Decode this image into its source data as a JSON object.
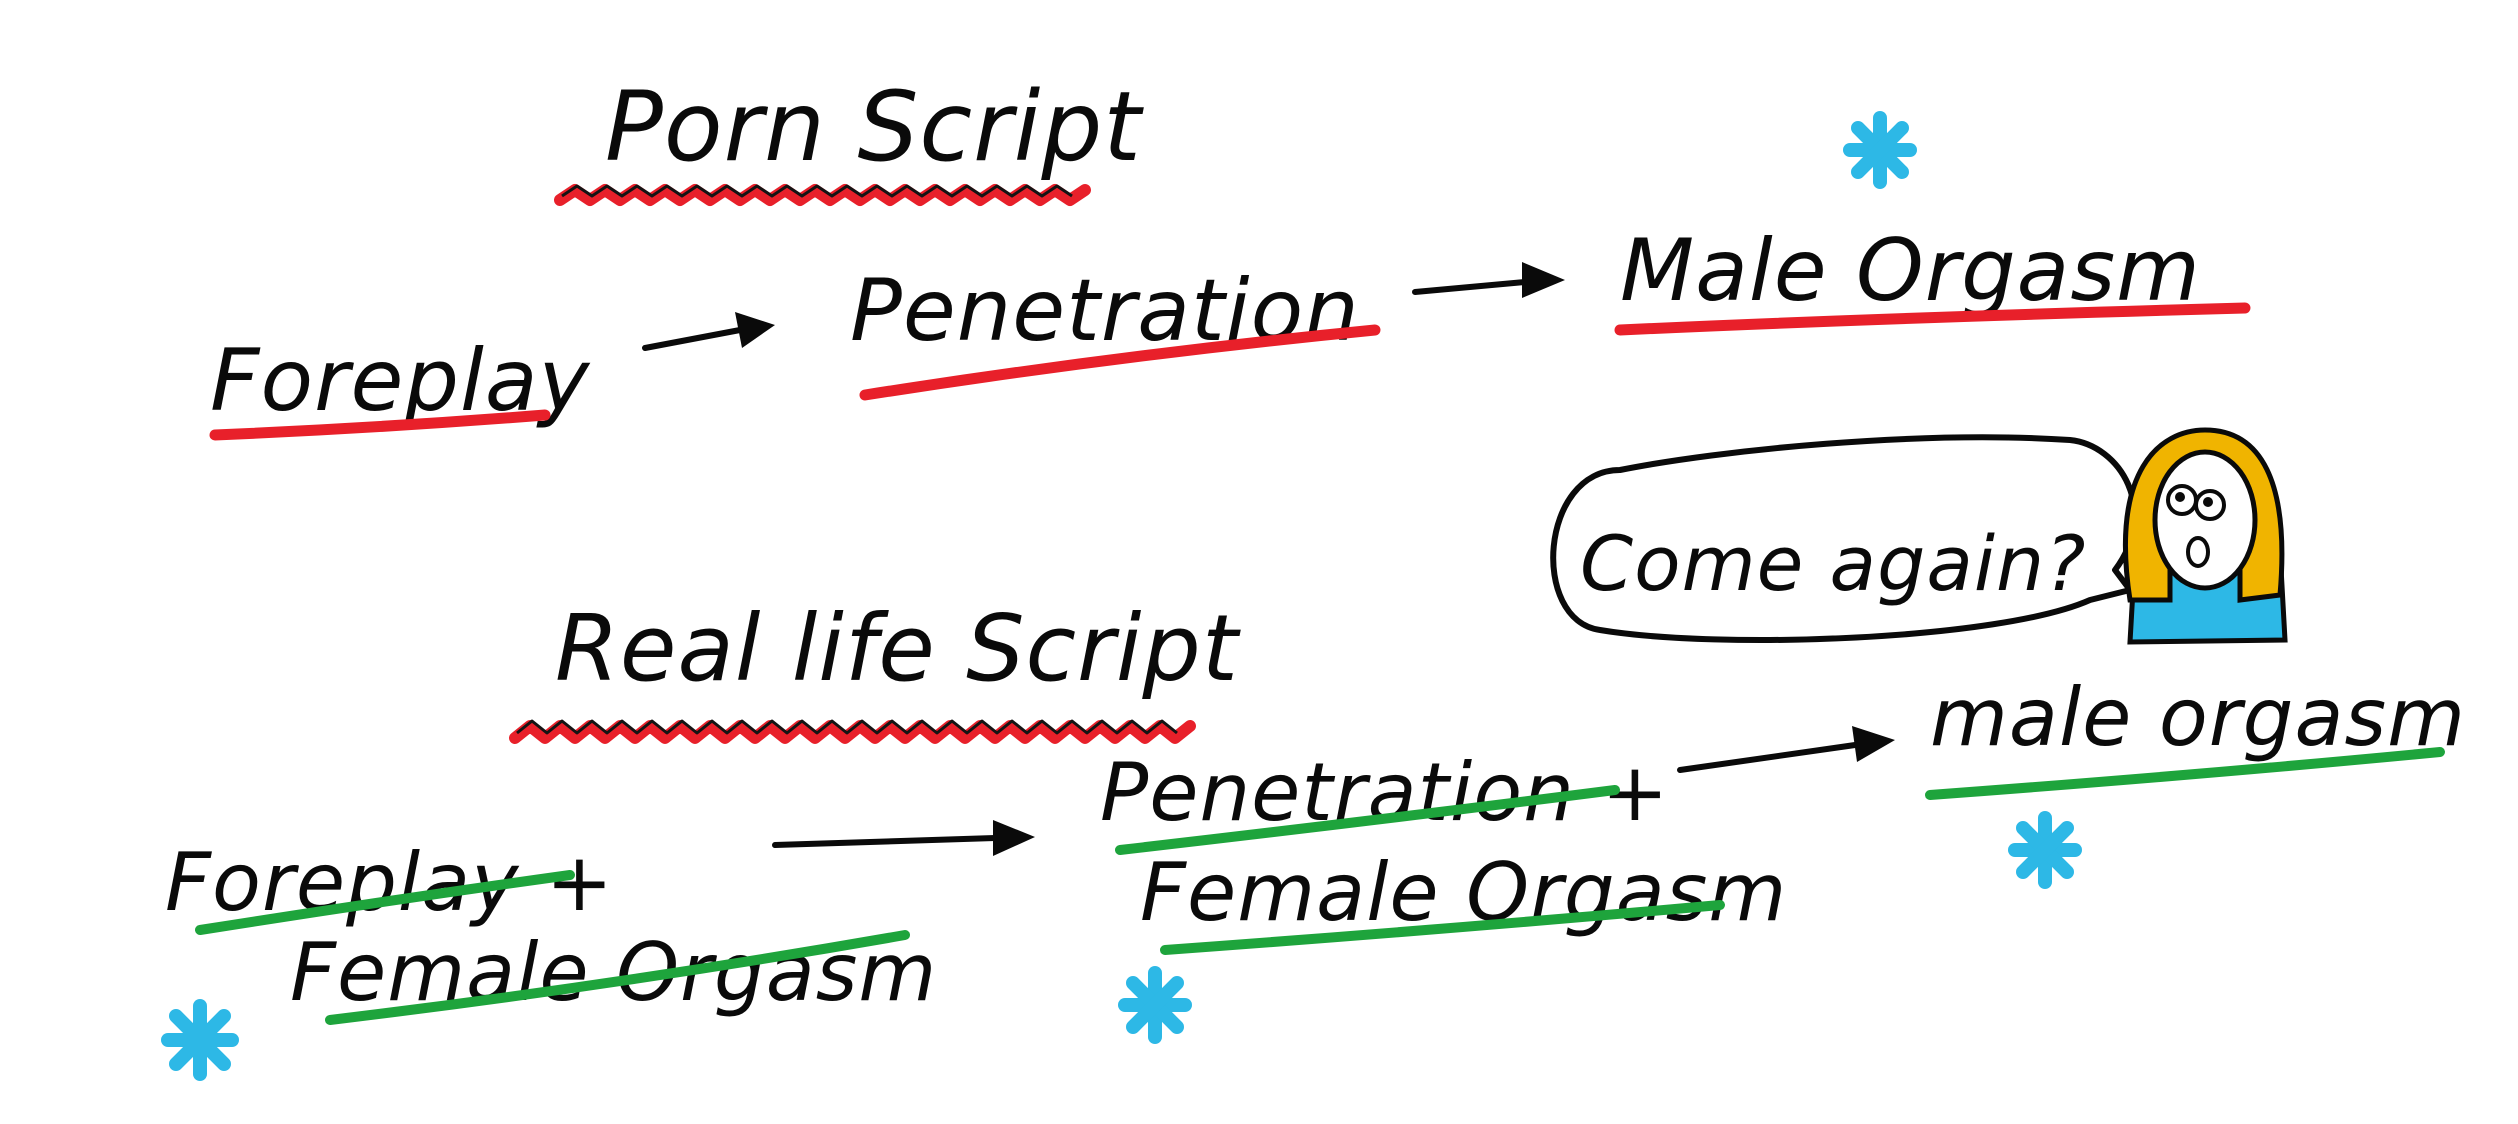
{
  "porn_script": {
    "title": "Porn Script",
    "steps": [
      "Foreplay",
      "Penetration",
      "Male Orgasm"
    ]
  },
  "real_life_script": {
    "title": "Real life Script",
    "step1": [
      "Foreplay +",
      "Female Orgasm"
    ],
    "step2": [
      "Penetration +",
      "Female Orgasm"
    ],
    "step3": "male orgasm"
  },
  "speech_bubble": {
    "text": "Come again?"
  },
  "colors": {
    "porn_underline": "#e8202a",
    "real_underline": "#1ea43c",
    "stars": "#2db8e6",
    "ink": "#0a0a0a",
    "character_hair": "#f0b400",
    "character_shirt": "#2db8e6"
  }
}
